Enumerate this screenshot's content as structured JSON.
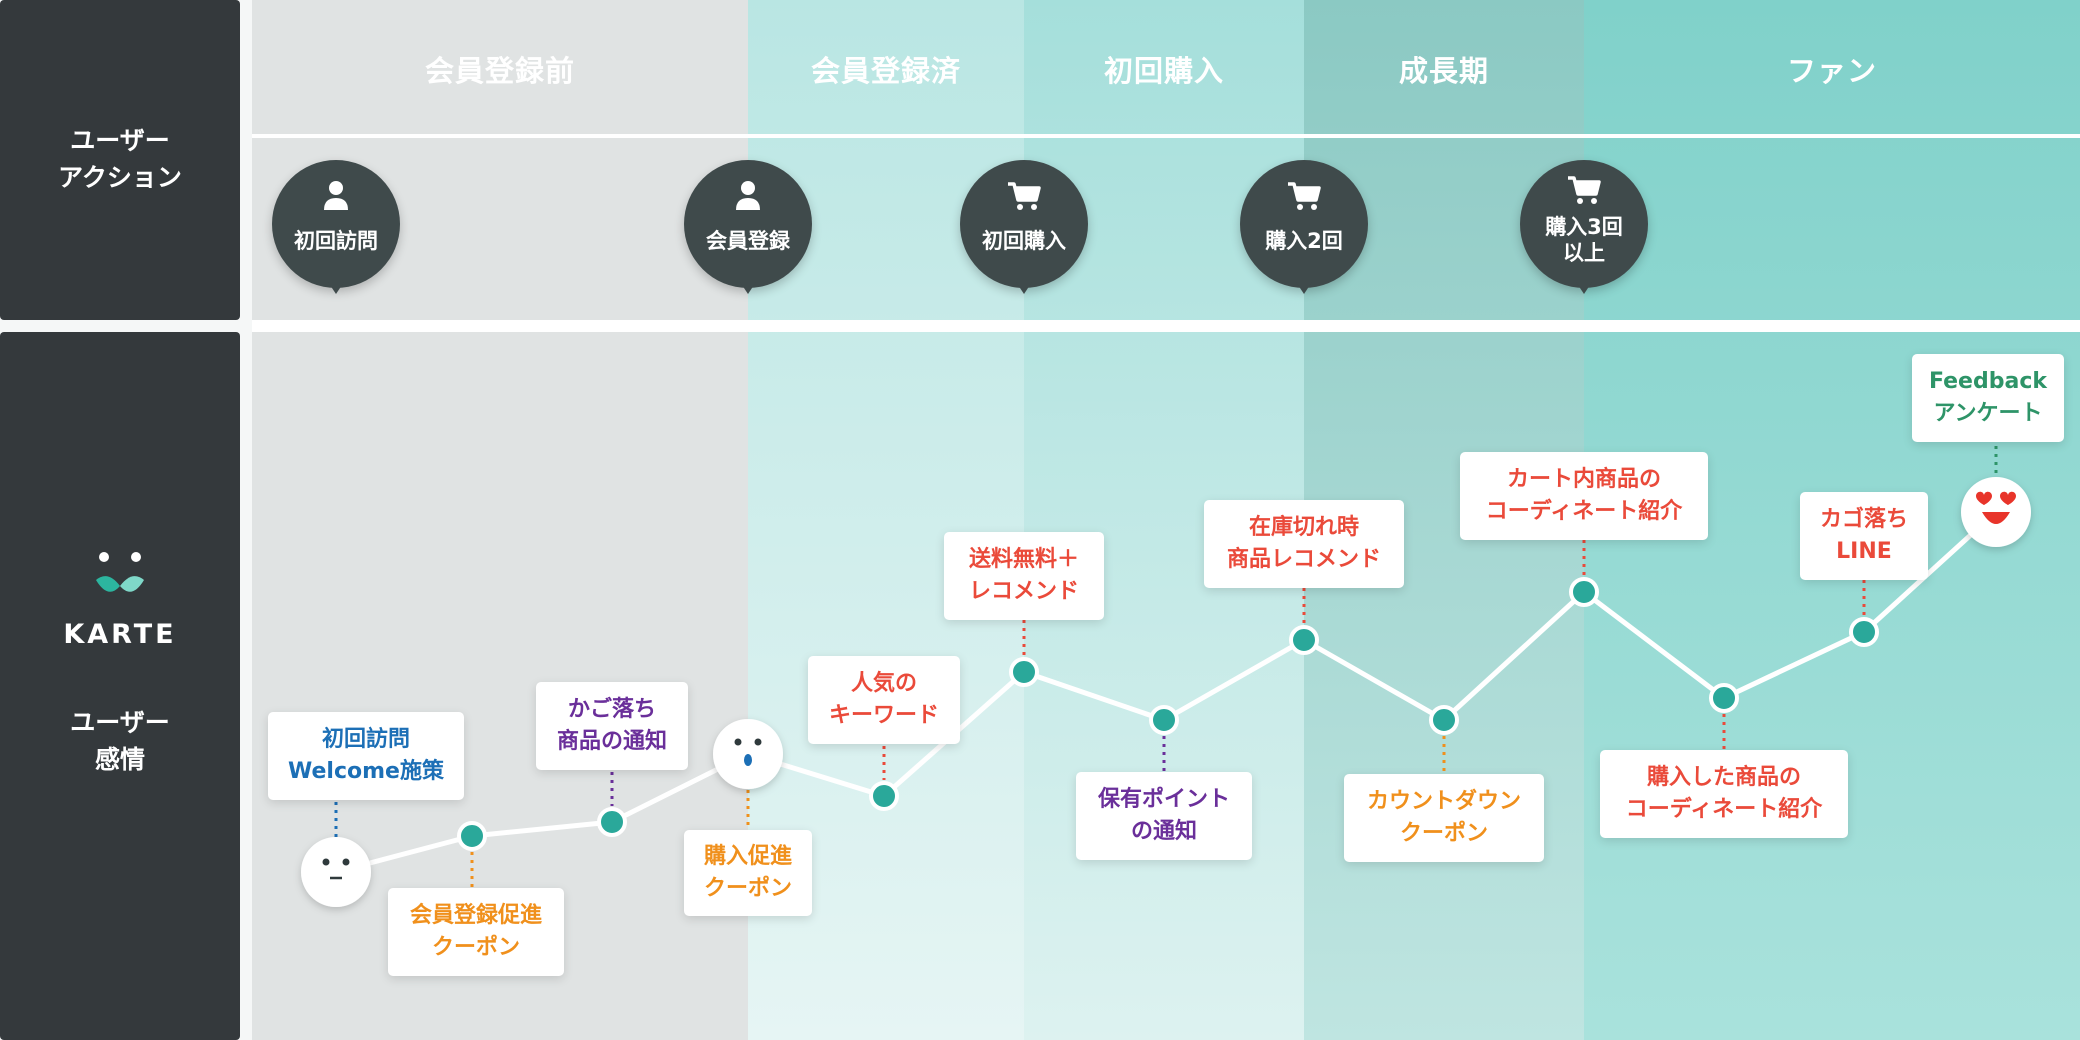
{
  "sidebar": {
    "action_label": "ユーザー\nアクション",
    "brand_name": "KARTE",
    "emotion_label": "ユーザー\n感情"
  },
  "phases": [
    {
      "label": "会員登録前",
      "color": "#e1e4e4"
    },
    {
      "label": "会員登録済",
      "color": "#bde7e5"
    },
    {
      "label": "初回購入",
      "color": "#a9e1dd"
    },
    {
      "label": "成長期",
      "color": "#8ecbc5"
    },
    {
      "label": "ファン",
      "color": "#84d3cc"
    }
  ],
  "actions": [
    {
      "label": "初回訪問",
      "icon": "user-icon"
    },
    {
      "label": "会員登録",
      "icon": "user-icon"
    },
    {
      "label": "初回購入",
      "icon": "cart-icon"
    },
    {
      "label": "購入2回",
      "icon": "cart-icon"
    },
    {
      "label": "購入3回\n以上",
      "icon": "cart-icon"
    }
  ],
  "emotion_cards": [
    {
      "label": "初回訪問\nWelcome施策",
      "color": "blue"
    },
    {
      "label": "会員登録促進\nクーポン",
      "color": "orange"
    },
    {
      "label": "かご落ち\n商品の通知",
      "color": "purple"
    },
    {
      "label": "購入促進\nクーポン",
      "color": "orange"
    },
    {
      "label": "人気の\nキーワード",
      "color": "red"
    },
    {
      "label": "送料無料＋\nレコメンド",
      "color": "red"
    },
    {
      "label": "保有ポイント\nの通知",
      "color": "purple"
    },
    {
      "label": "在庫切れ時\n商品レコメンド",
      "color": "red"
    },
    {
      "label": "カウントダウン\nクーポン",
      "color": "orange"
    },
    {
      "label": "カート内商品の\nコーディネート紹介",
      "color": "red"
    },
    {
      "label": "購入した商品の\nコーディネート紹介",
      "color": "red"
    },
    {
      "label": "カゴ落ち\nLINE",
      "color": "red"
    },
    {
      "label": "Feedback\nアンケート",
      "color": "green"
    }
  ],
  "colors": {
    "sidebar": "#34393c",
    "bubble": "#3f4a4b",
    "node": "#2aa89a",
    "blue": "#1c6fb6",
    "orange": "#f0901c",
    "purple": "#6a2f9a",
    "red": "#ea4a3a",
    "green": "#2e9468"
  }
}
